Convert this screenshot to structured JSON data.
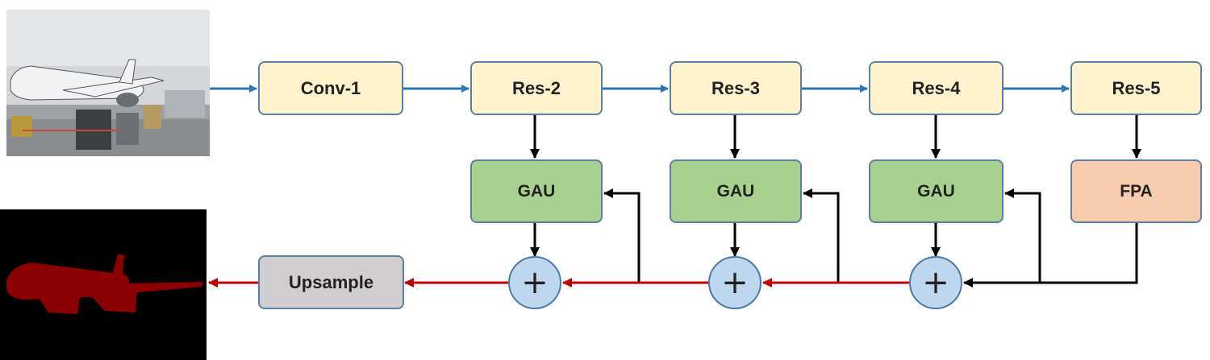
{
  "colors": {
    "encoder_fill": "#fff2cc",
    "gau_fill": "#a9d18e",
    "fpa_fill": "#f8cbad",
    "upsample_fill": "#d0cece",
    "plus_fill": "#bdd7ee",
    "box_border": "#5b7fa6",
    "blue_arrow": "#2e75b6",
    "red_arrow": "#c00000",
    "black_arrow": "#000000",
    "mask_color": "#8b0000"
  },
  "nodes": {
    "conv1": "Conv-1",
    "res2": "Res-2",
    "res3": "Res-3",
    "res4": "Res-4",
    "res5": "Res-5",
    "gau": "GAU",
    "fpa": "FPA",
    "upsample": "Upsample",
    "plus": "+"
  },
  "images": {
    "input": "airplane-photo",
    "output": "airplane-segmentation-mask"
  }
}
